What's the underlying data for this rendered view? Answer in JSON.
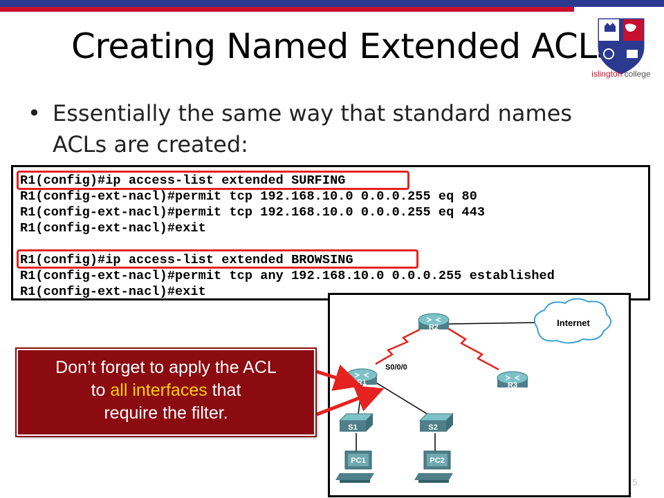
{
  "slide": {
    "title": "Creating Named Extended ACLs",
    "bullet": "Essentially the same way that standard names ACLs are created:",
    "page_number": "5"
  },
  "logo": {
    "name_part1": "islington",
    "name_part2": " college"
  },
  "terminal": {
    "lines": [
      "R1(config)#ip access-list extended SURFING",
      "R1(config-ext-nacl)#permit tcp 192.168.10.0 0.0.0.255 eq 80",
      "R1(config-ext-nacl)#permit tcp 192.168.10.0 0.0.0.255 eq 443",
      "R1(config-ext-nacl)#exit",
      "",
      "R1(config)#ip access-list extended BROWSING",
      "R1(config-ext-nacl)#permit tcp any 192.168.10.0 0.0.0.255 established",
      "R1(config-ext-nacl)#exit"
    ]
  },
  "callout": {
    "line1": "Don’t forget to apply the ACL",
    "line2_pre": "to ",
    "line2_highlight": "all interfaces",
    "line2_post": " that",
    "line3": "require the filter."
  },
  "topology": {
    "cloud_label": "Internet",
    "routers": [
      "R1",
      "R2",
      "R3"
    ],
    "switches": [
      "S1",
      "S2"
    ],
    "pcs": [
      "PC1",
      "PC2"
    ],
    "link_label": "S0/0/0"
  },
  "colors": {
    "blue_bar": "#2b3990",
    "red_bar": "#c8102e",
    "highlight_box": "#e5221f",
    "callout_bg": "#8b0b10",
    "callout_accent": "#ffd200",
    "device_teal": "#4f9aa3"
  }
}
